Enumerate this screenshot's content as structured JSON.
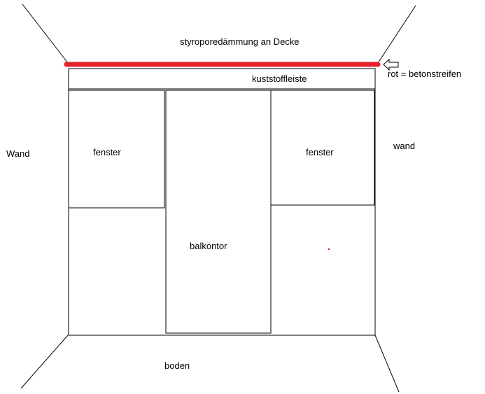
{
  "labels": {
    "ceiling": "styroporedämmung an Decke",
    "strip": "kuststoffleiste",
    "legend": "rot = betonstreifen",
    "wall_left": "Wand",
    "wall_right": "wand",
    "window_left": "fenster",
    "window_right": "fenster",
    "balcony_door": "balkontor",
    "floor": "boden"
  },
  "colors": {
    "concrete_strip": "#e8202a",
    "lines": "#000000",
    "dot": "#c0202a"
  },
  "icons": {
    "pointer": "arrow-left-icon"
  }
}
